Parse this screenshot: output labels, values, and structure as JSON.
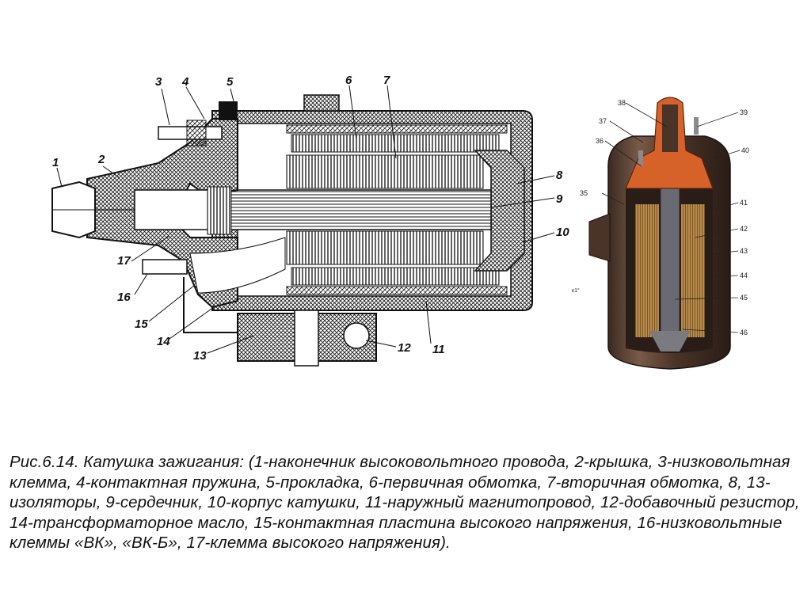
{
  "left_labels": {
    "l1": "1",
    "l2": "2",
    "l3": "3",
    "l4": "4",
    "l5": "5",
    "l6": "6",
    "l7": "7",
    "l8": "8",
    "l9": "9",
    "l10": "10",
    "l11": "11",
    "l12": "12",
    "l13": "13",
    "l14": "14",
    "l15": "15",
    "l16": "16",
    "l17": "17"
  },
  "right_labels": {
    "r35": "35",
    "r36": "36",
    "r37": "37",
    "r38": "38",
    "r39": "39",
    "r40": "40",
    "r41": "41",
    "r42": "42",
    "r43": "43",
    "r44": "44",
    "r45": "45",
    "r46": "46",
    "rmark": "к1°"
  },
  "caption": "Рис.6.14. Катушка зажигания: (1-наконечник высоковольтного провода, 2-крышка, 3-низковольтная клемма, 4-контактная пружина, 5-прокладка, 6-первичная обмотка, 7-вторичная обмотка, 8, 13-изоляторы, 9-сердечник, 10-корпус катушки, 11-наружный магнитопровод, 12-добавочный резистор, 14-трансформаторное масло, 15-контактная пластина высокого напряжения, 16-низковольтные клеммы «ВК», «ВК-Б», 17-клемма высокого напряжения)."
}
